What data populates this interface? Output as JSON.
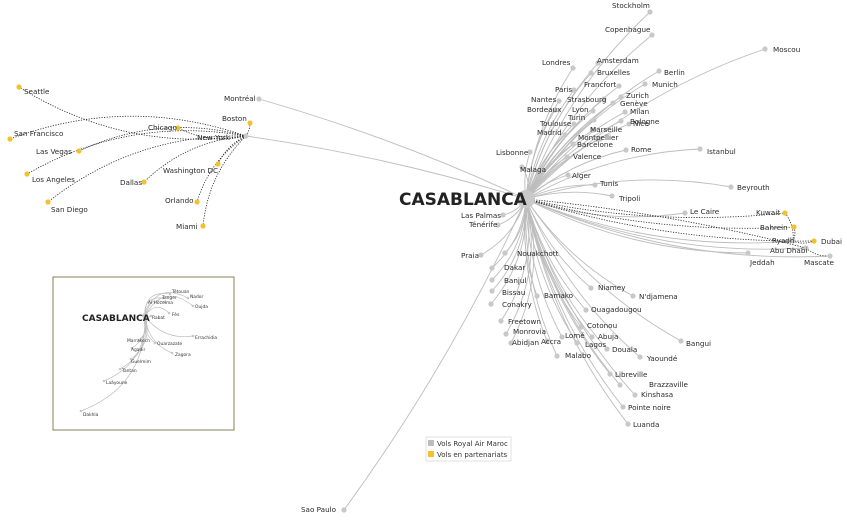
{
  "hub": {
    "label": "CASABLANCA"
  },
  "inset": {
    "hub_label": "CASABLANCA"
  },
  "legend": {
    "items": [
      {
        "label": "Vols Royal Air Maroc",
        "color": "#bdbdbd"
      },
      {
        "label": "Vols en partenariats",
        "color": "#f2c12e"
      }
    ]
  },
  "colors": {
    "route": "#bdbdbd",
    "partner": "#f2c12e",
    "dot": "#c8c8c8",
    "partner_line": "#222222",
    "inset_border": "#8a7e5a"
  },
  "destinations": [
    {
      "label": "Stockholm"
    },
    {
      "label": "Copenhague"
    },
    {
      "label": "Moscou"
    },
    {
      "label": "Londres"
    },
    {
      "label": "Amsterdam"
    },
    {
      "label": "Bruxelles"
    },
    {
      "label": "Berlin"
    },
    {
      "label": "Paris"
    },
    {
      "label": "Francfort"
    },
    {
      "label": "Munich"
    },
    {
      "label": "Zurich"
    },
    {
      "label": "Nantes"
    },
    {
      "label": "Strasbourg"
    },
    {
      "label": "Genève"
    },
    {
      "label": "Bordeaux"
    },
    {
      "label": "Lyon"
    },
    {
      "label": "Milan"
    },
    {
      "label": "Turin"
    },
    {
      "label": "Toulouse"
    },
    {
      "label": "Nice"
    },
    {
      "label": "Bologne"
    },
    {
      "label": "Marseille"
    },
    {
      "label": "Madrid"
    },
    {
      "label": "Montpellier"
    },
    {
      "label": "Barcelone"
    },
    {
      "label": "Lisbonne"
    },
    {
      "label": "Rome"
    },
    {
      "label": "Valence"
    },
    {
      "label": "Istanbul"
    },
    {
      "label": "Malaga"
    },
    {
      "label": "Alger"
    },
    {
      "label": "Tunis"
    },
    {
      "label": "Beyrouth"
    },
    {
      "label": "Tripoli"
    },
    {
      "label": "Le Caire"
    },
    {
      "label": "Kuwait"
    },
    {
      "label": "Bahrein"
    },
    {
      "label": "Ryadh"
    },
    {
      "label": "Dubai"
    },
    {
      "label": "Abu Dhabi"
    },
    {
      "label": "Mascate"
    },
    {
      "label": "Jeddah"
    },
    {
      "label": "Las Palmas"
    },
    {
      "label": "Ténérife"
    },
    {
      "label": "Praia"
    },
    {
      "label": "Nouakchott"
    },
    {
      "label": "Dakar"
    },
    {
      "label": "Banjul"
    },
    {
      "label": "Bissau"
    },
    {
      "label": "Niamey"
    },
    {
      "label": "Bamako"
    },
    {
      "label": "N'djamena"
    },
    {
      "label": "Conakry"
    },
    {
      "label": "Ouagadougou"
    },
    {
      "label": "Freetown"
    },
    {
      "label": "Monrovia"
    },
    {
      "label": "Lomé"
    },
    {
      "label": "Cotonou"
    },
    {
      "label": "Abidjan"
    },
    {
      "label": "Accra"
    },
    {
      "label": "Abuja"
    },
    {
      "label": "Lagos"
    },
    {
      "label": "Douala"
    },
    {
      "label": "Bangui"
    },
    {
      "label": "Malabo"
    },
    {
      "label": "Yaoundé"
    },
    {
      "label": "Libreville"
    },
    {
      "label": "Brazzaville"
    },
    {
      "label": "Kinshasa"
    },
    {
      "label": "Pointe noire"
    },
    {
      "label": "Luanda"
    },
    {
      "label": "Sao Paulo"
    },
    {
      "label": "Montréal"
    },
    {
      "label": "New York"
    },
    {
      "label": "Seattle"
    },
    {
      "label": "Boston"
    },
    {
      "label": "Chicago"
    },
    {
      "label": "San Francisco"
    },
    {
      "label": "Las Vegas"
    },
    {
      "label": "Washington DC"
    },
    {
      "label": "Los Angeles"
    },
    {
      "label": "Dallas"
    },
    {
      "label": "Orlando"
    },
    {
      "label": "San Diego"
    },
    {
      "label": "Miami"
    }
  ],
  "domestic": [
    {
      "label": "Tétouan"
    },
    {
      "label": "Tanger"
    },
    {
      "label": "Nador"
    },
    {
      "label": "Al Hoceima"
    },
    {
      "label": "Oujda"
    },
    {
      "label": "Rabat"
    },
    {
      "label": "Fès"
    },
    {
      "label": "Errachidia"
    },
    {
      "label": "Marrakech"
    },
    {
      "label": "Ouarzazate"
    },
    {
      "label": "Agadir"
    },
    {
      "label": "Zagora"
    },
    {
      "label": "Guelmim"
    },
    {
      "label": "Tantan"
    },
    {
      "label": "Laâyoune"
    },
    {
      "label": "Dakhla"
    }
  ]
}
